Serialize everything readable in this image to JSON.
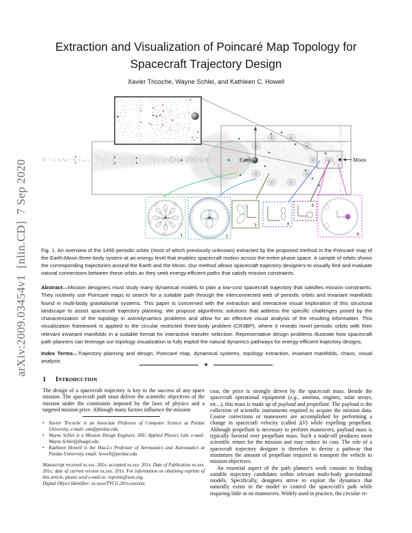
{
  "arxiv_watermark": "arXiv:2009.03454v1  [nlin.CD]  7 Sep 2020",
  "header": {
    "title_line1": "Extraction and Visualization of Poincaré Map Topology for",
    "title_line2": "Spacecraft Trajectory Design",
    "authors": "Xavier Tricoche, Wayne Schlei, and Kathleen C. Howell"
  },
  "figure": {
    "earth_label": "Earth",
    "moon_label": "Moon",
    "orbit_boxes": [
      {
        "number": "1",
        "border": "#7fd99a"
      },
      {
        "number": "2",
        "border": "#7db8e8"
      },
      {
        "number": "3",
        "border": "#6d8f4d"
      },
      {
        "number": "4",
        "border": "#6f8cec"
      },
      {
        "number": "5",
        "border": "#a04a86"
      },
      {
        "number": "6",
        "border": "#ee66e2"
      }
    ],
    "connector_colors": [
      "#63cd8a",
      "#58a8dc",
      "#5f7f3f",
      "#5f7ce8",
      "#8f3a6e",
      "#e95fe0"
    ],
    "highlight_colors": {
      "magenta": "#e549d8",
      "purple": "#6a1a5a",
      "blue": "#4169e1",
      "green": "#3dbb6e",
      "teal": "#2e6f5f"
    },
    "ring_palette": [
      "#eaa6c6",
      "#abd8a6",
      "#a9c3e8",
      "#e8d795",
      "#c9aadd",
      "#99d6cc",
      "#f0bb9a"
    ]
  },
  "caption": {
    "label": "Fig. 1.",
    "text": "An overview of the 1450 periodic orbits (most of which previously unknown) extracted by the proposed method in the Poincaré map of the Earth-Moon three-body system at an energy level that enables spacecraft motion across the entire phase space. A sample of orbits shows the corresponding trajectories around the Earth and the Moon. Our method allows spacecraft trajectory designers to visually find and evaluate natural connections between these orbits as they seek energy-efficient paths that satisfy mission constraints."
  },
  "abstract": {
    "label": "Abstract",
    "text": "—Mission designers must study many dynamical models to plan a low-cost spacecraft trajectory that satisfies mission constraints. They routinely use Poincaré maps to search for a suitable path through the interconnected web of periodic orbits and invariant manifolds found in multi-body gravitational systems. This paper is concerned with the extraction and interactive visual exploration of this structural landscape to assist spacecraft trajectory planning. We propose algorithmic solutions that address the specific challenges posed by the characterization of the topology in astrodynamics problems and allow for an effective visual analysis of the resulting information. This visualization framework is applied to the circular restricted three-body problem (CR3BP), where it reveals novel periodic orbits with their relevant invariant manifolds in a suitable format for interactive transfer selection. Representative design problems illustrate how spacecraft path planners can leverage our topology visualization to fully exploit the natural dynamics pathways for energy-efficient trajectory designs."
  },
  "index_terms": {
    "label": "Index Terms",
    "text": "—Trajectory planning and design, Poincaré map, dynamical systems, topology extraction, invariant manifolds, chaos, visual analysis"
  },
  "separator_glyph": "✦",
  "section1": {
    "number": "1",
    "title": "Introduction"
  },
  "left_column": {
    "para1": "The design of a spacecraft trajectory is key to the success of any space mission. The spacecraft path must deliver the scientific objectives of the mission under the constraints imposed by the laws of physics and a targeted mission price. Although many factors influence the mission"
  },
  "footnotes": {
    "bullet": "•",
    "items": [
      "Xavier Tricoche is an Associate Professor of Computer Science at Purdue University, e-mail: xmt@purdue.edu.",
      "Wayne Schlei is a Mission Design Engineer, JHU Applied Physics Lab, e-mail: Wayne.Schlei@jhuapl.edu.",
      "Kathleen Howell is the Hsu-Lo Professor of Aeronautics and Astronautics at Purdue University, email: howell@purdue.edu."
    ],
    "manuscript": "Manuscript received xx.xxx. 201x; accepted xx.xxx. 201x. Date of Publication xx.xxx. 201x; date of current version xx.xxx. 201x. For information on obtaining reprints of this article, please send e-mail to: reprints@ieee.org.",
    "doi": "Digital Object Identifier: xx.xxxx/TVCG.201x.xxxxxxx"
  },
  "right_column": {
    "para1": [
      {
        "t": "cost, the price is strongly driven by the spacecraft mass. Beside the spacecraft operational equipment ("
      },
      {
        "t": "e.g.",
        "i": true
      },
      {
        "t": ", antenna, engines, solar arrays, etc...), this mass is made up of "
      },
      {
        "t": "payload",
        "i": true
      },
      {
        "t": " and "
      },
      {
        "t": "propellant",
        "i": true
      },
      {
        "t": ". The payload is the collection of scientific instruments required to acquire the mission data. Course corrections or maneuvers are accomplished by performing a change in spacecraft velocity (called Δ"
      },
      {
        "t": "V",
        "i": true
      },
      {
        "t": ") while expelling propellant. Although propellant is necessary to perform maneuvers, payload mass is typically favored over propellant mass. Such a trade-off produces more scientific return for the mission and may reduce its cost. The role of a spacecraft trajectory designer is therefore to devise a pathway that minimizes the amount of propellant required to transport the vehicle to mission objectives."
      }
    ],
    "para2": [
      {
        "t": "An essential aspect of the path planner's work consists in finding suitable trajectory candidates within relevant multi-body gravitational models. Specifically, designers strive to exploit the dynamics that naturally exists in the model to control the spacecraft's path while requiring little or no maneuvers. Widely used in practice, the "
      },
      {
        "t": "circular re-",
        "i": true
      }
    ]
  }
}
